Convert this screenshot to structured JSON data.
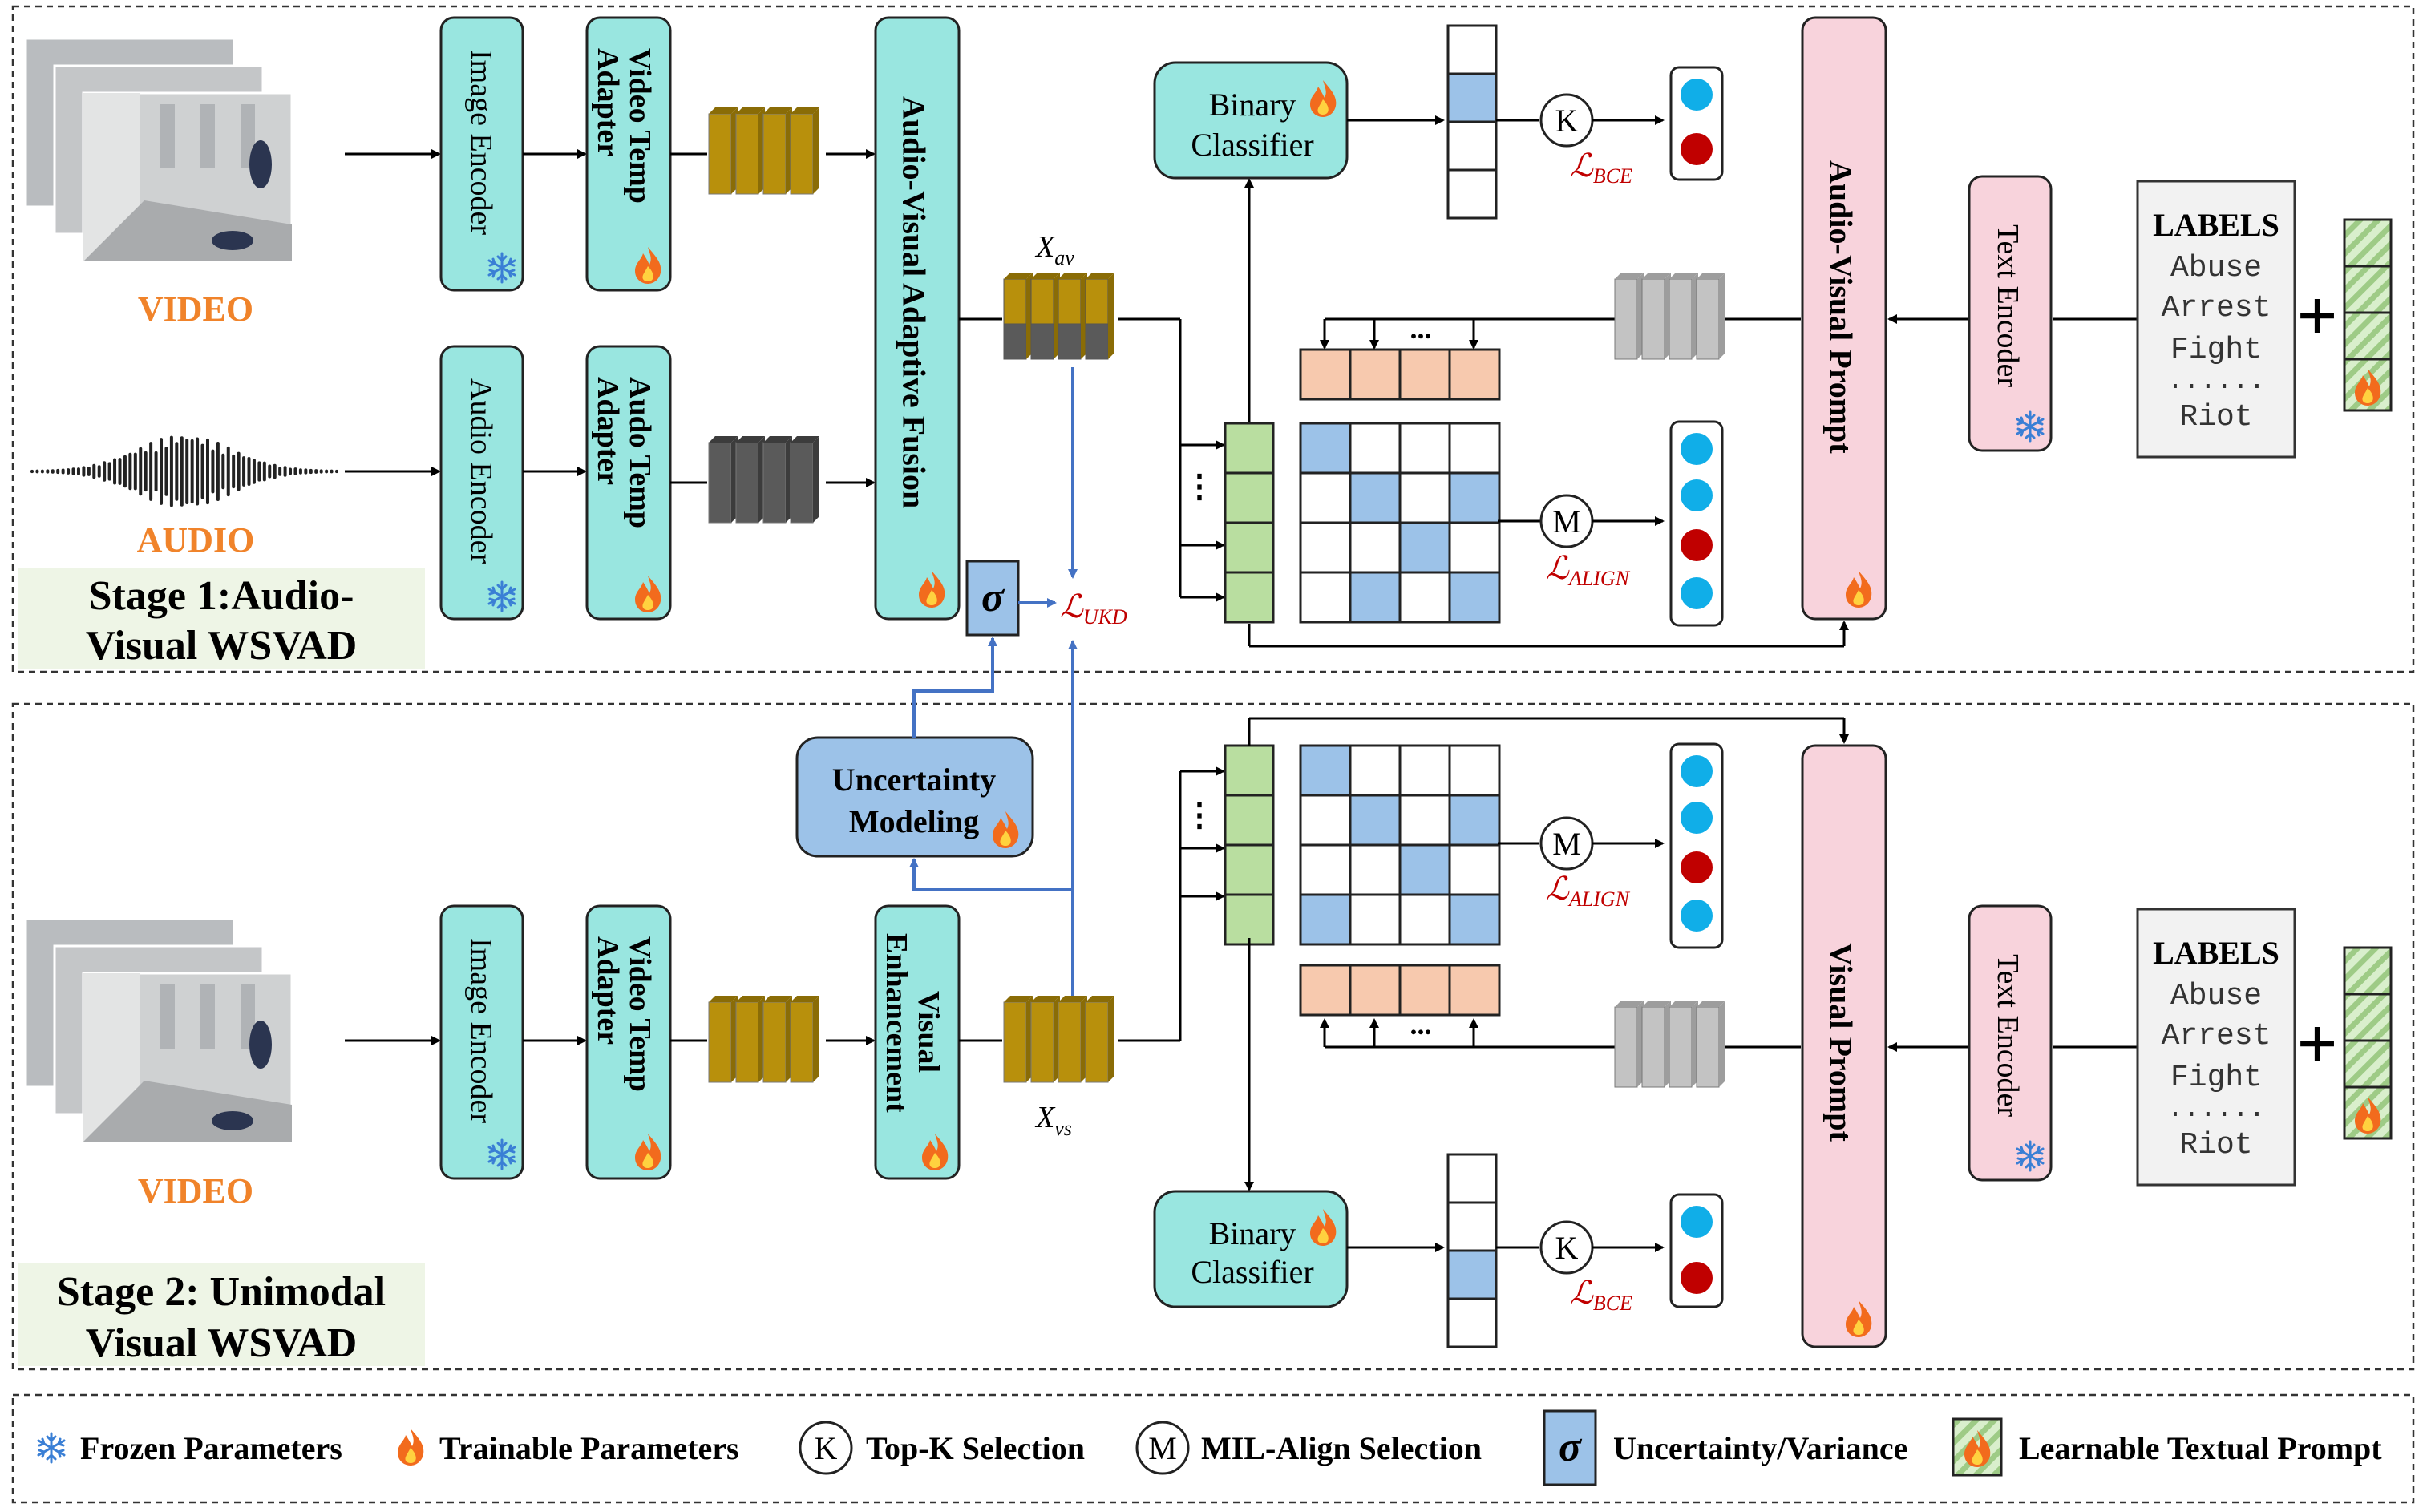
{
  "stage1": {
    "title_line1": "Stage 1:Audio-",
    "title_line2": "Visual WSVAD",
    "video_label": "VIDEO",
    "audio_label": "AUDIO",
    "image_encoder": "Image Encoder",
    "audio_encoder": "Audio Encoder",
    "video_adapter_line1": "Video Temp",
    "video_adapter_line2": "Adapter",
    "audio_adapter_line1": "Audo Temp",
    "audio_adapter_line2": "Adapter",
    "fusion": "Audio-Visual Adaptive Fusion",
    "feature_label": "X",
    "feature_sub": "av",
    "sigma": "σ",
    "loss_ukd": "UKD",
    "binary_line1": "Binary",
    "binary_line2": "Classifier",
    "topk": "K",
    "loss_bce": "BCE",
    "mil": "M",
    "loss_align": "ALIGN",
    "prompt": "Audio-Visual Prompt",
    "text_encoder": "Text Encoder",
    "labels": [
      "LABELS",
      "Abuse",
      "Arrest",
      "Fight",
      "......",
      "Riot"
    ],
    "plus": "+",
    "dots": "...",
    "vdots": "..."
  },
  "stage2": {
    "title_line1": "Stage 2: Unimodal",
    "title_line2": "Visual WSVAD",
    "video_label": "VIDEO",
    "image_encoder": "Image Encoder",
    "video_adapter_line1": "Video Temp",
    "video_adapter_line2": "Adapter",
    "enhance_line1": "Visual",
    "enhance_line2": "Enhancement",
    "uncertainty_line1": "Uncertainty",
    "uncertainty_line2": "Modeling",
    "feature_label": "X",
    "feature_sub": "vs",
    "binary_line1": "Binary",
    "binary_line2": "Classifier",
    "topk": "K",
    "loss_bce": "BCE",
    "mil": "M",
    "loss_align": "ALIGN",
    "prompt": "Visual Prompt",
    "text_encoder": "Text Encoder",
    "labels": [
      "LABELS",
      "Abuse",
      "Arrest",
      "Fight",
      "......",
      "Riot"
    ],
    "plus": "+",
    "dots": "...",
    "vdots": "..."
  },
  "legend": {
    "frozen": "Frozen Parameters",
    "trainable": "Trainable Parameters",
    "topk_symbol": "K",
    "topk": "Top-K Selection",
    "mil_symbol": "M",
    "mil": "MIL-Align Selection",
    "sigma_symbol": "σ",
    "uncertainty": "Uncertainty/Variance",
    "learnable": "Learnable Textual Prompt"
  },
  "colors": {
    "cyan_box": "#99e6e0",
    "pink_box": "#f8d3dc",
    "blue_box": "#9cc2e8",
    "green_cell": "#b9dea0",
    "orange_cell": "#f7c9ae",
    "gold_feature": "#b8900c",
    "dark_feature": "#5a5a5a",
    "light_feature": "#c3c3c3",
    "video_orange": "#f0832a",
    "loss_red": "#c00000",
    "arrow_blue": "#4472c4",
    "dot_blue": "#10aee8",
    "dot_red": "#c00000",
    "stage_bg": "#eef5e6"
  },
  "icons": {
    "frozen": "snowflake-icon",
    "trainable": "flame-icon",
    "learnable": "striped-prompt-icon"
  }
}
